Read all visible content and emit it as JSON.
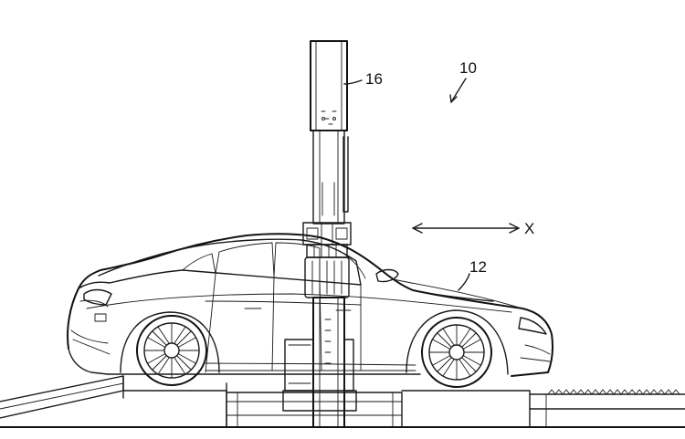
{
  "figure": {
    "labels": {
      "assembly": "10",
      "vehicle": "12",
      "tower": "16",
      "axis": "X"
    }
  }
}
